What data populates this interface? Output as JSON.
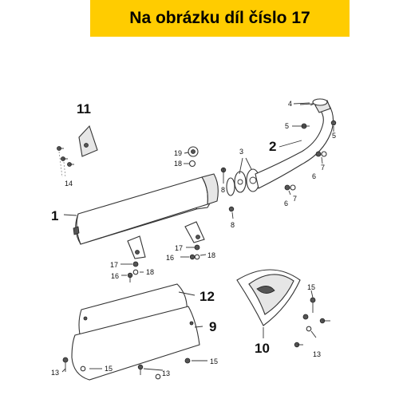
{
  "title": "Na obrázku díl číslo 17",
  "labels": {
    "p1": "1",
    "p2": "2",
    "p3": "3",
    "p4": "4",
    "p5a": "5",
    "p5b": "5",
    "p6a": "6",
    "p6b": "6",
    "p7a": "7",
    "p7b": "7",
    "p8a": "8",
    "p8b": "8",
    "p9": "9",
    "p10": "10",
    "p11": "11",
    "p12": "12",
    "p13a": "13",
    "p13b": "13",
    "p13c": "13",
    "p14": "14",
    "p15a": "15",
    "p15b": "15",
    "p15c": "15",
    "p16a": "16",
    "p16b": "16",
    "p17a": "17",
    "p17b": "17",
    "p18a": "18",
    "p18b": "18",
    "p18c": "18",
    "p19": "19"
  }
}
